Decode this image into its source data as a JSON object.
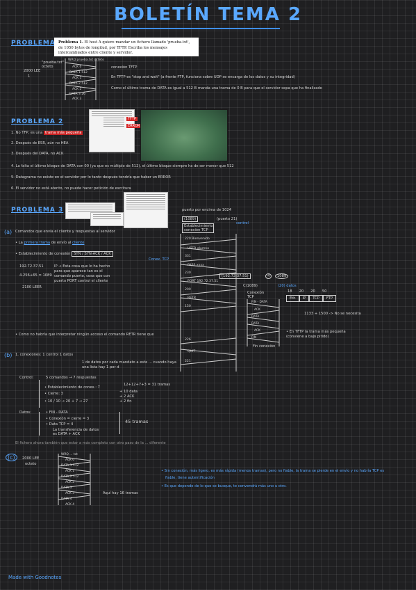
{
  "page": {
    "title": "BOLETÍN TEMA 2",
    "footer_brand": "Made with Goodnotes"
  },
  "problema1": {
    "heading": "PROBLEMA 1",
    "statement_label": "Problema 1.",
    "statement_text": "El host A quiere mandar un fichero llamado 'prueba.txt', de 1050 bytes de longitud, por TFTP. Escriba los mensajes intercambiados entre cliente y servidor.",
    "left_labels": [
      "\"prueba.txt\" octeto",
      "2000 LEE",
      "1"
    ],
    "diagram_labels": [
      "WRQ prueba.txt octeto",
      "ACK 0",
      "DATA 1 512",
      "ACK 1",
      "DATA 2 512",
      "ACK 2",
      "DATA 3 26",
      "ACK 3"
    ],
    "notes": [
      "conexión TFTP",
      "En TFTP es \"stop and wait\" (a frente FTP, funciona sobre UDP se encarga de los datos y su integridad)",
      "Como el último trama de DATA es igual a 512 B manda una trama de 0 B para que el servidor sepa que ha finalizado"
    ]
  },
  "problema2": {
    "heading": "PROBLEMA 2",
    "items": [
      {
        "text": "1. No TFP, es una",
        "highlight": "trama más pequeña"
      },
      {
        "text": "2. Después de ESR, aún no HEA",
        "highlight": ""
      },
      {
        "text": "3. Después del DATA, no ACK",
        "highlight": ""
      },
      {
        "text": "4. La falta el último bloque de DATA con 00 (ya que es múltiplo de 512), el último bloque siempre ha de ser menor que 512",
        "highlight": ""
      },
      {
        "text": "5. Datagrama no existe en el servidor por lo tanto después tendría que haber un ERROR",
        "highlight": ""
      },
      {
        "text": "6. El servidor no está atento, no puede hacer petición de escritura",
        "highlight": ""
      }
    ],
    "diagram_tags": [
      "TFTP",
      "ERROR"
    ]
  },
  "problema3": {
    "heading": "PROBLEMA 3",
    "part_a": {
      "label": "(a)",
      "intro": "Comandos que envía el cliente y respuestas al servidor",
      "line2_prefix": "• La",
      "line2_highlight1": "primera trama",
      "line2_mid": "de envío al",
      "line2_highlight2": "cliente",
      "line3_prefix": "• Establecimiento de conexión",
      "line3_highlight": "SYN / SYN-ACK / ACK",
      "line3_tag": "Conex. TCP",
      "ip_left": "192.72.37.51",
      "note_ip": "IP → Esta cosa que lo ha hecho para que aparece tan es el comando puerto, cosa que con puerto PORT control el cliente",
      "left_label2": "4.256+65 = 1089",
      "left_label3": "2100 LEER",
      "bottom_note": "• Como no habría que interpretar ningún acceso el comando RETR tiene que",
      "server_top": "puerto por encima de 1024",
      "server_box1": "(1089)",
      "server_box2": "Establecimiento conexión TCP",
      "server_box3": "(puerto 21)",
      "server_label_control": "control",
      "seq_labels": [
        "220 Bienvenido",
        "USER alumno",
        "331",
        "PASS xxxx",
        "230",
        "PORT 192.72.37.51",
        "200",
        "RETR",
        "150",
        "226",
        "QUIT",
        "221"
      ],
      "ip_mid": "(192.72.37.51)",
      "num1": "4",
      "num2": "1089",
      "data_label": "(20) datos",
      "c_label": "C(1089)",
      "conex_label": "Conexión TCP",
      "data_seq": [
        "FIN - DATA",
        "ACK",
        "DATA",
        "DATA",
        "ACK",
        "FIN"
      ],
      "transfer_note": "Fin conexión",
      "frame_cells": [
        "Eth",
        "IP",
        "TCP",
        "FTP"
      ],
      "frame_sizes": [
        "18",
        "20",
        "20",
        "50"
      ],
      "frame_note1": "1133 + 1500 -> No se necesita",
      "frame_note2": "• En TFTP la trama más pequeña (conviene a bajo pitido)"
    },
    "part_b": {
      "label": "(b)",
      "intro": "1. conexiones: 1 control 1 datos",
      "note1": "1 de datos por cada mandato a este ... cuando haya una lista hay 1 por d",
      "control_label": "Control:",
      "control_lines": [
        "5 comandos → 7 respuestas",
        "• Establecimiento de conex.: 7",
        "• Cierre: 3",
        "• 10 / 10 → 20 + 7 → 27"
      ],
      "control_sum": "12+12+7+3 = 31 tramas",
      "control_sub": [
        "+ 10 data",
        "+ 2 ACK",
        "+ 2 fin"
      ],
      "datos_label": "Datos:",
      "datos_lines": [
        "• FIN - DATA",
        "• Conexión = cierre = 3",
        "• Data TCP = 4",
        "La transferencia de datos es DATA + ACK"
      ],
      "datos_sum": "45 tramas",
      "note_bottom": "El fichero ahora también que estar a más completo con otro paso de la ... diferente"
    },
    "part_c": {
      "label": "(c)",
      "left_labels": [
        "2000 LEE",
        "octeto"
      ],
      "seq_labels": [
        "WRQ ... txt",
        "ACK 0",
        "DATA 1 512",
        "ACK 1",
        "DATA 2 512",
        "ACK 2",
        "DATA 3",
        "ACK 3",
        "DATA 4",
        "ACK 4"
      ],
      "arrow_note": "Aquí hay 16 tramas",
      "blue_notes": [
        "• Sin conexión, más ligero, es más rápida (menos tramas), pero no fiable, la trama se pierde en el envío y no habría TCP es",
        "fiable, tiene autentificación",
        "• Es que depende de lo que se busque, te convendrá más uno u otro."
      ]
    }
  }
}
